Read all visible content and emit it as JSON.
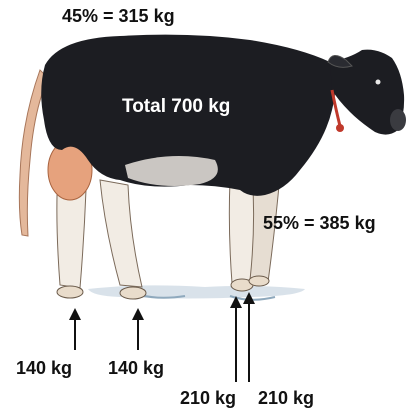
{
  "diagram": {
    "rear_label": "45% = 315 kg",
    "front_label": "55% = 385 kg",
    "total_label": "Total 700 kg",
    "leg_loads": [
      {
        "label": "140 kg"
      },
      {
        "label": "140 kg"
      },
      {
        "label": "210 kg"
      },
      {
        "label": "210 kg"
      }
    ],
    "colors": {
      "body": "#1c1d22",
      "hoof": "#e9dccb",
      "udder": "#e6a27d",
      "shadow": "#b9cbd8",
      "arrow": "#111111",
      "tag": "#c0392b"
    }
  }
}
